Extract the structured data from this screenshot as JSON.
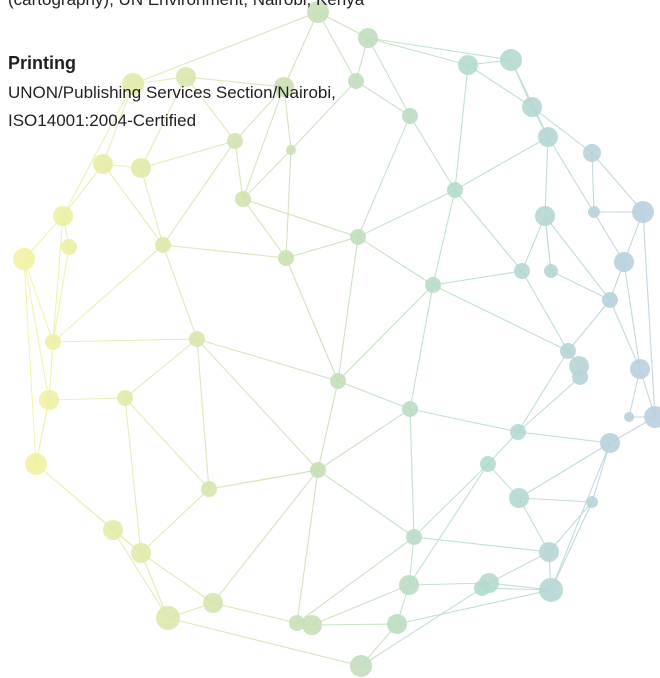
{
  "credits": {
    "cutoff_line": "(cartography), UN Environment, Nairobi, Kenya"
  },
  "printing": {
    "heading": "Printing",
    "lines": [
      "UNON/Publishing Services Section/Nairobi,",
      "ISO14001:2004-Certified"
    ]
  },
  "graphic": {
    "description_colors": {
      "left": "#f3f1a6",
      "middle": "#bcd9b8",
      "right": "#b9d6e0"
    }
  }
}
